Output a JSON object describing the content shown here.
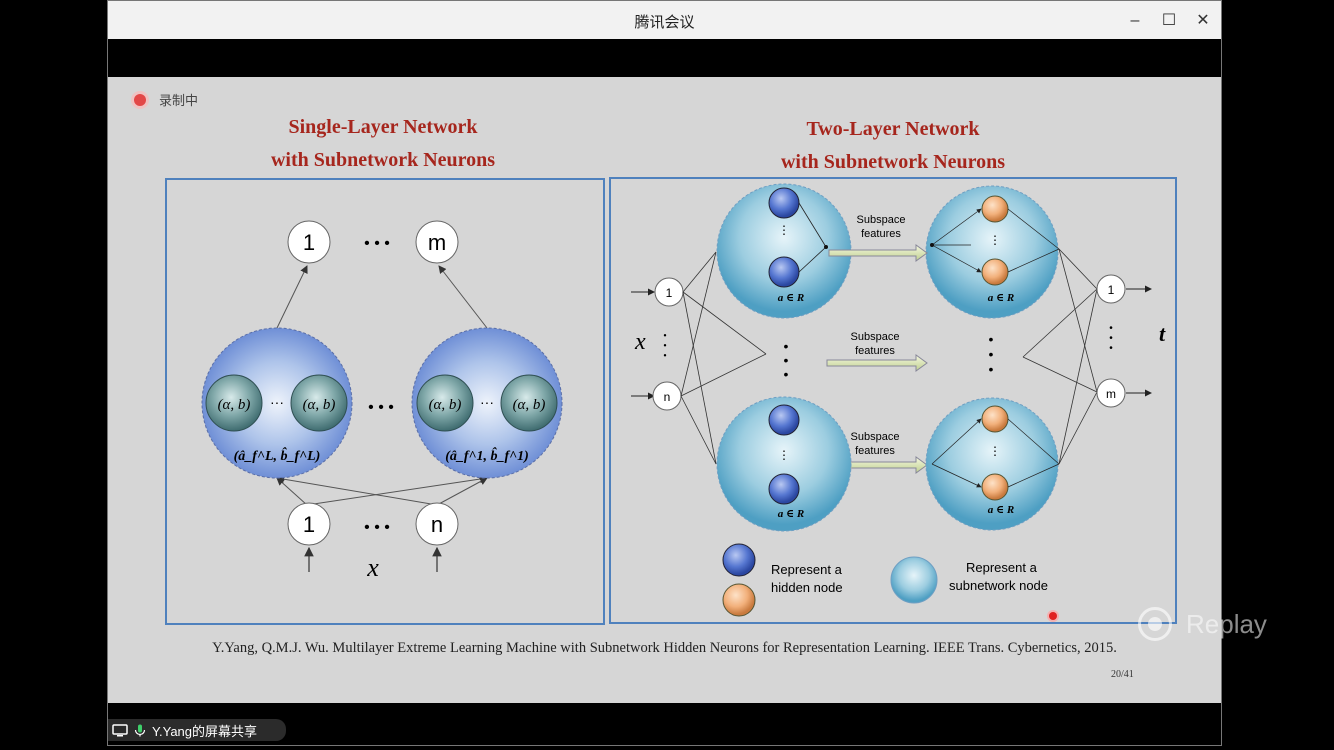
{
  "window": {
    "title": "腾讯会议",
    "minimize": "–",
    "maximize": "☐",
    "close": "✕"
  },
  "recording": {
    "label": "录制中"
  },
  "slide": {
    "left_title_line1": "Single-Layer Network",
    "left_title_line2": "with Subnetwork Neurons",
    "right_title_line1": "Two-Layer Network",
    "right_title_line2": "with Subnetwork Neurons",
    "left_diagram": {
      "output_first": "1",
      "output_last": "m",
      "input_first": "1",
      "input_last": "n",
      "dots": "• • •",
      "input_var": "x",
      "sub_left_label": "(â_f^L, b̂_f^L)",
      "sub_right_label": "(â_f^1, b̂_f^1)"
    },
    "right_diagram": {
      "input_first": "1",
      "input_last": "n",
      "input_var": "x",
      "output_first": "1",
      "output_last": "m",
      "output_var": "t",
      "arrow_label_1a": "Subspace",
      "arrow_label_1b": "features",
      "arrow_label_2a": "Subspace",
      "arrow_label_2b": "features",
      "arrow_label_3a": "Subspace",
      "arrow_label_3b": "features",
      "legend_hidden_a": "Represent a",
      "legend_hidden_b": "hidden node",
      "legend_sub_a": "Represent a",
      "legend_sub_b": "subnetwork node"
    },
    "citation": "Y.Yang, Q.M.J. Wu. Multilayer Extreme Learning Machine with Subnetwork Hidden Neurons for Representation Learning. IEEE Trans. Cybernetics, 2015.",
    "page_number": "20/41"
  },
  "replay": {
    "label": "Replay"
  },
  "share": {
    "label": "Y.Yang的屏幕共享"
  },
  "colors": {
    "accent_red": "#a6261d",
    "panel_border": "#4f81bd"
  }
}
